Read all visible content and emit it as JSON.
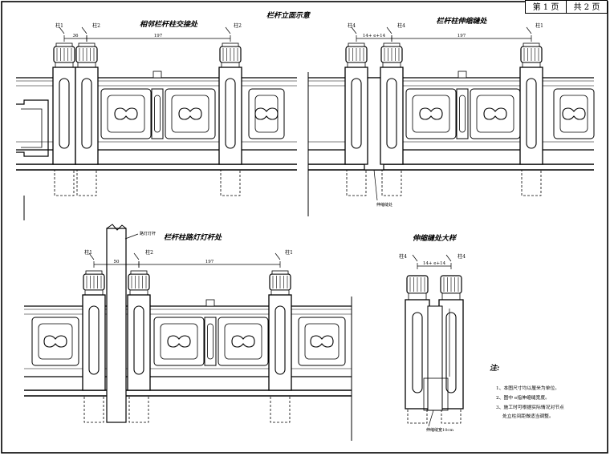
{
  "page_no": "第 1 页",
  "page_total": "共 2 页",
  "main_title": "栏杆立面示意",
  "views": [
    {
      "title": "相邻栏杆柱交接处"
    },
    {
      "title": "栏杆柱伸缩缝处"
    },
    {
      "title": "栏杆柱路灯灯杆处"
    },
    {
      "title": "伸缩缝处大样"
    }
  ],
  "labels": {
    "post1": "柱1",
    "post2": "柱2",
    "post4": "柱4",
    "dim_36": "36",
    "dim_197": "197",
    "dim_14e14": "14+ e+14",
    "dim_50": "50",
    "exp_joint": "伸缩缝处",
    "lamp_pole": "路灯灯杆",
    "joint_width": "伸缩缝宽10cm"
  },
  "notes": {
    "heading": "注:",
    "items": [
      "1、本图尺寸均以厘米为单位。",
      "2、图中 e指伸缩缝宽度。",
      "3、施工时可根据实际情况对节点处立柱间距做适当调整。"
    ]
  }
}
